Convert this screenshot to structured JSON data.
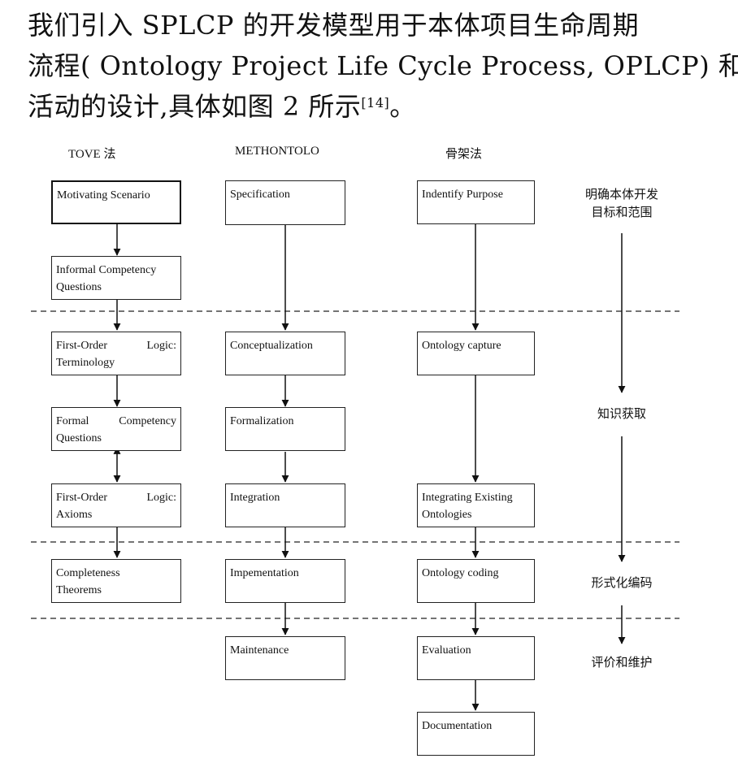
{
  "paragraph": {
    "line1": "我们引入 SPLCP 的开发模型用于本体项目生命周期",
    "line2": "流程( Ontology Project Life Cycle Process, OPLCP) 和",
    "line3_text": "活动的设计,具体如图 2 所示",
    "line3_ref": "[14]",
    "line3_end": "。"
  },
  "diagram": {
    "columns": {
      "tove": "TOVE 法",
      "methontology": "METHONTOLO",
      "skeleton": "骨架法"
    },
    "tove": {
      "b1": "Motivating Scenario",
      "b2_l1": "Informal Competency",
      "b2_l2": "Questions",
      "b3_w1": "First-Order",
      "b3_w2": "Logic:",
      "b3_l2": "Terminology",
      "b4_w1": "Formal",
      "b4_w2": "Competency",
      "b4_l2": "Questions",
      "b5_w1": "First-Order",
      "b5_w2": "Logic:",
      "b5_l2": "Axioms",
      "b6_l1": "Completeness",
      "b6_l2": "Theorems"
    },
    "methontology": {
      "b1": "Specification",
      "b2": "Conceptualization",
      "b3": "Formalization",
      "b4": "Integration",
      "b5": "Impementation",
      "b6": "Maintenance"
    },
    "skeleton": {
      "b1": "Indentify Purpose",
      "b2": "Ontology capture",
      "b3_l1": "Integrating Existing",
      "b3_l2": "Ontologies",
      "b4": "Ontology coding",
      "b5": "Evaluation",
      "b6": "Documentation"
    },
    "phases": {
      "p1_l1": "明确本体开发",
      "p1_l2": "目标和范围",
      "p2": "知识获取",
      "p3": "形式化编码",
      "p4": "评价和维护"
    }
  }
}
